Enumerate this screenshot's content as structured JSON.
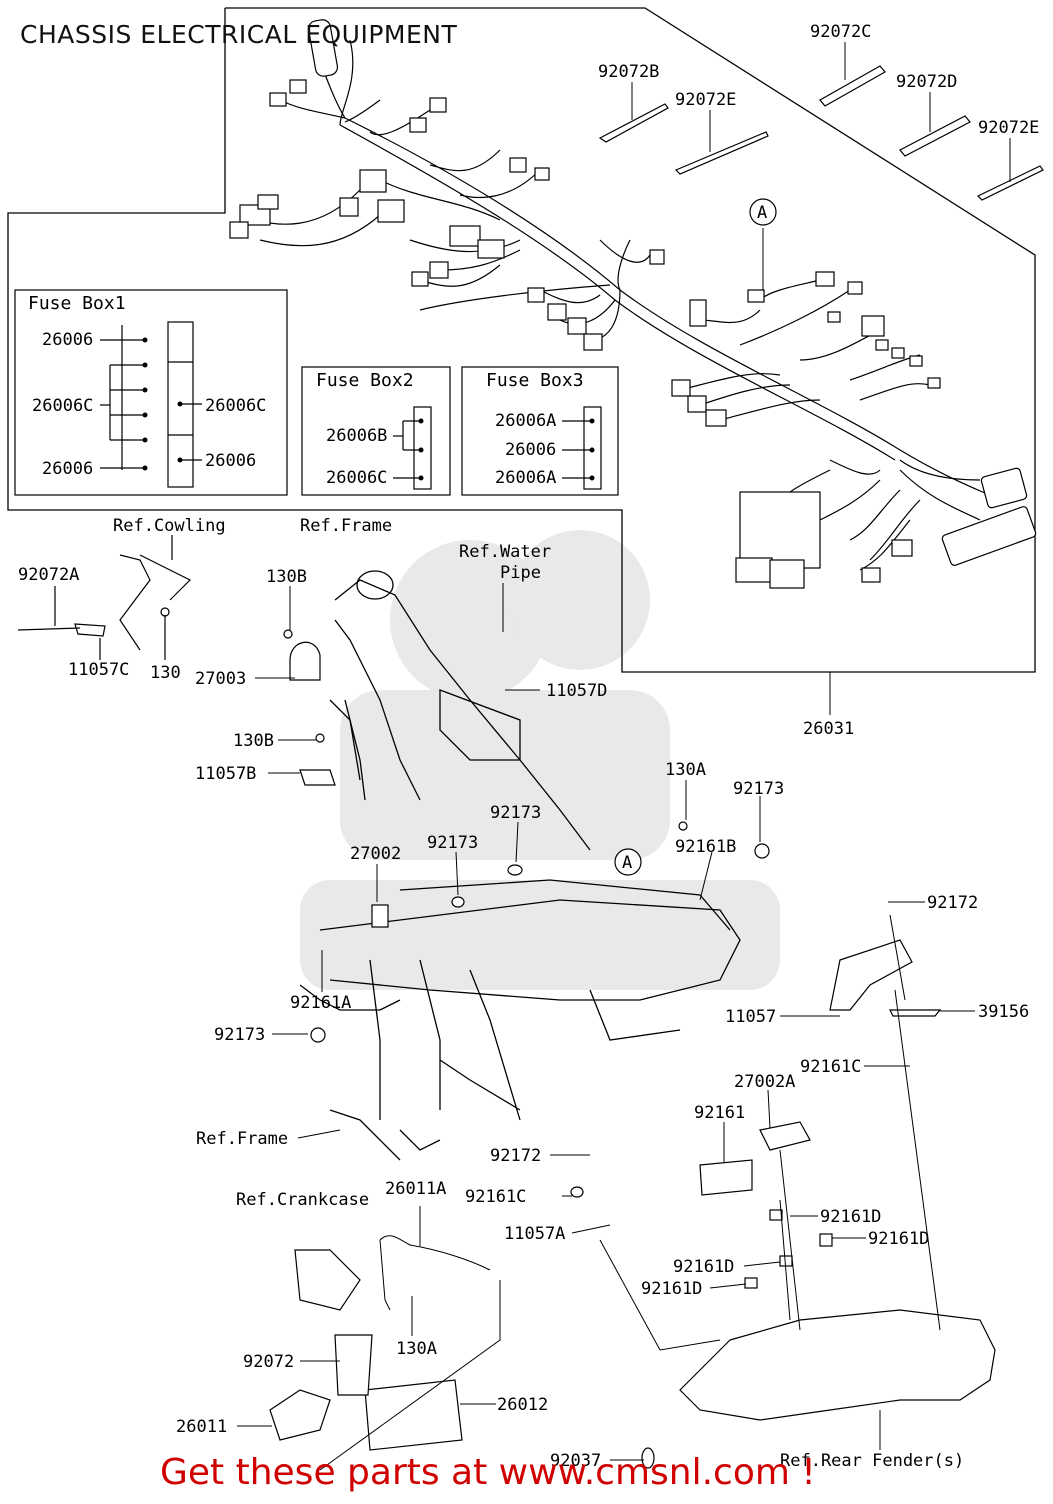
{
  "title": "CHASSIS ELECTRICAL EQUIPMENT",
  "promo": "Get these parts at www.cmsnl.com !",
  "colors": {
    "promo": "#d00000",
    "line": "#000000"
  },
  "fuse_boxes": [
    {
      "title": "Fuse Box1",
      "labels": [
        "26006",
        "26006C",
        "26006",
        "26006C",
        "26006"
      ]
    },
    {
      "title": "Fuse Box2",
      "labels": [
        "26006B",
        "26006C"
      ]
    },
    {
      "title": "Fuse Box3",
      "labels": [
        "26006A",
        "26006",
        "26006A"
      ]
    }
  ],
  "callouts": {
    "c92072C": "92072C",
    "c92072B": "92072B",
    "c92072D": "92072D",
    "c92072E_a": "92072E",
    "c92072E_b": "92072E",
    "marker_A1": "A",
    "marker_A2": "A",
    "ref_cowling": "Ref.Cowling",
    "ref_frame_top": "Ref.Frame",
    "ref_water": "Ref.Water",
    "ref_pipe": "Pipe",
    "c92072A": "92072A",
    "c11057C": "11057C",
    "c130": "130",
    "c130B_a": "130B",
    "c27003": "27003",
    "c11057D": "11057D",
    "c26031": "26031",
    "c130B_b": "130B",
    "c11057B": "11057B",
    "c130A_a": "130A",
    "c92173_a": "92173",
    "c92173_b": "92173",
    "c92173_c": "92173",
    "c92161B": "92161B",
    "c27002": "27002",
    "c92172_a": "92172",
    "c92161A": "92161A",
    "c11057": "11057",
    "c39156": "39156",
    "c92173_d": "92173",
    "c92161C_a": "92161C",
    "c27002A": "27002A",
    "c92161": "92161",
    "ref_frame_bottom": "Ref.Frame",
    "c92172_b": "92172",
    "ref_crankcase": "Ref.Crankcase",
    "c26011A": "26011A",
    "c92161C_b": "92161C",
    "c11057A": "11057A",
    "c92161D_a": "92161D",
    "c92161D_b": "92161D",
    "c92161D_c": "92161D",
    "c92161D_d": "92161D",
    "c130A_b": "130A",
    "c92072": "92072",
    "c26012": "26012",
    "c26011": "26011",
    "c92037": "92037",
    "ref_rear_fender": "Ref.Rear Fender(s)"
  }
}
